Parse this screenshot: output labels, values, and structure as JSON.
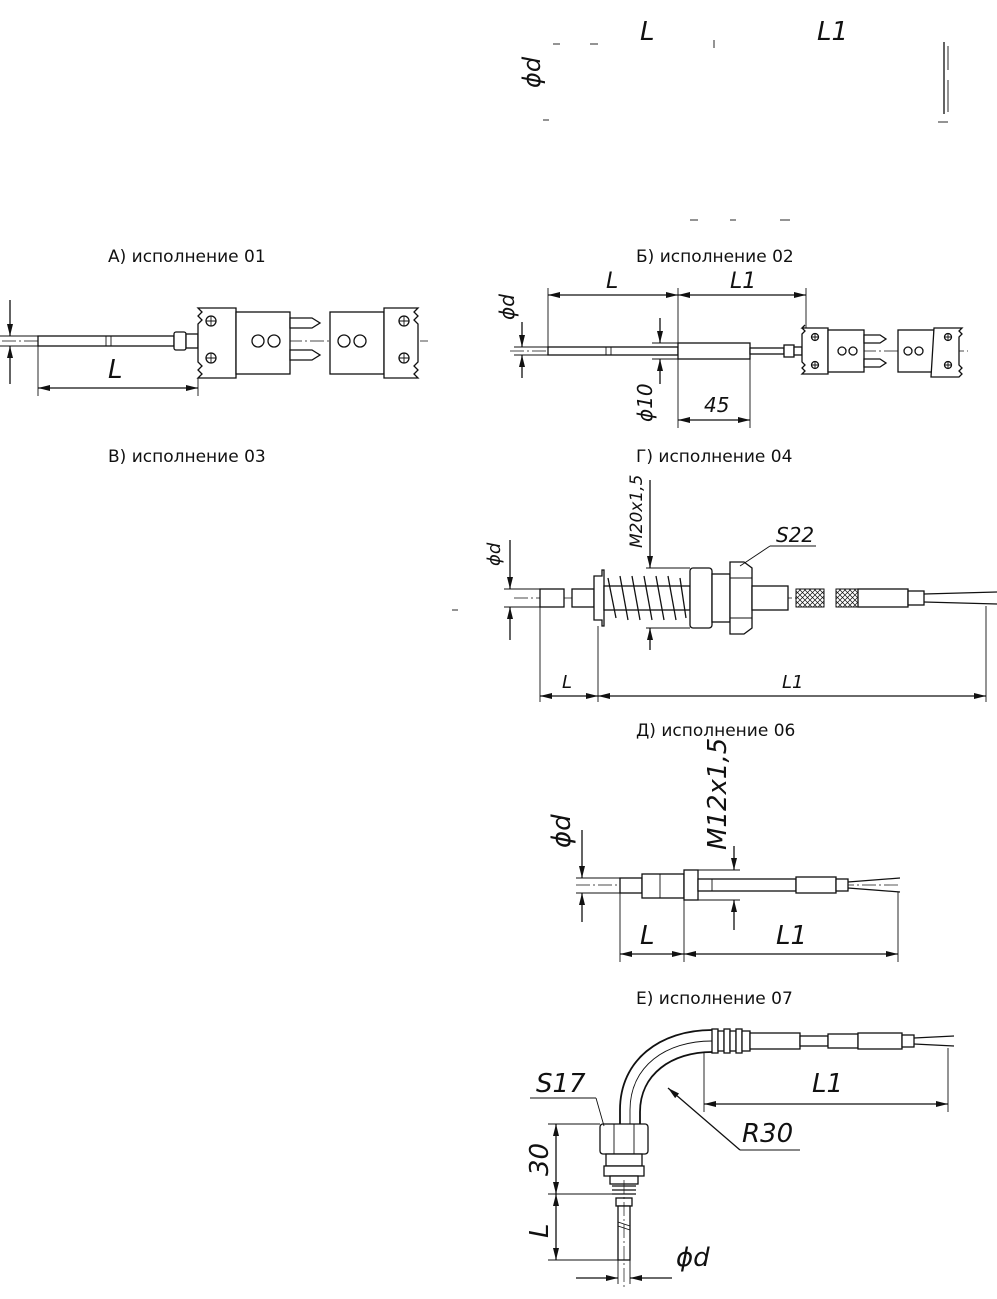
{
  "captions": {
    "a": "А) исполнение 01",
    "b": "Б) исполнение 02",
    "v": "В) исполнение 03",
    "g": "Г) исполнение 04",
    "d": "Д) исполнение 06",
    "e": "Е) исполнение 07"
  },
  "top": {
    "phi_d": "ϕd",
    "L": "L",
    "L1": "L1"
  },
  "a": {
    "L": "L"
  },
  "b": {
    "phi_d": "ϕd",
    "L": "L",
    "L1": "L1",
    "phi10": "ϕ10",
    "len45": "45"
  },
  "g": {
    "thread": "M20x1,5",
    "S": "S22",
    "phi_d": "ϕd",
    "L": "L",
    "L1": "L1"
  },
  "d": {
    "phi_d": "ϕd",
    "thread": "M12x1,5",
    "L": "L",
    "L1": "L1"
  },
  "e": {
    "S": "S17",
    "R": "R30",
    "L1": "L1",
    "len30": "30",
    "L": "L",
    "phi_d": "ϕd"
  }
}
